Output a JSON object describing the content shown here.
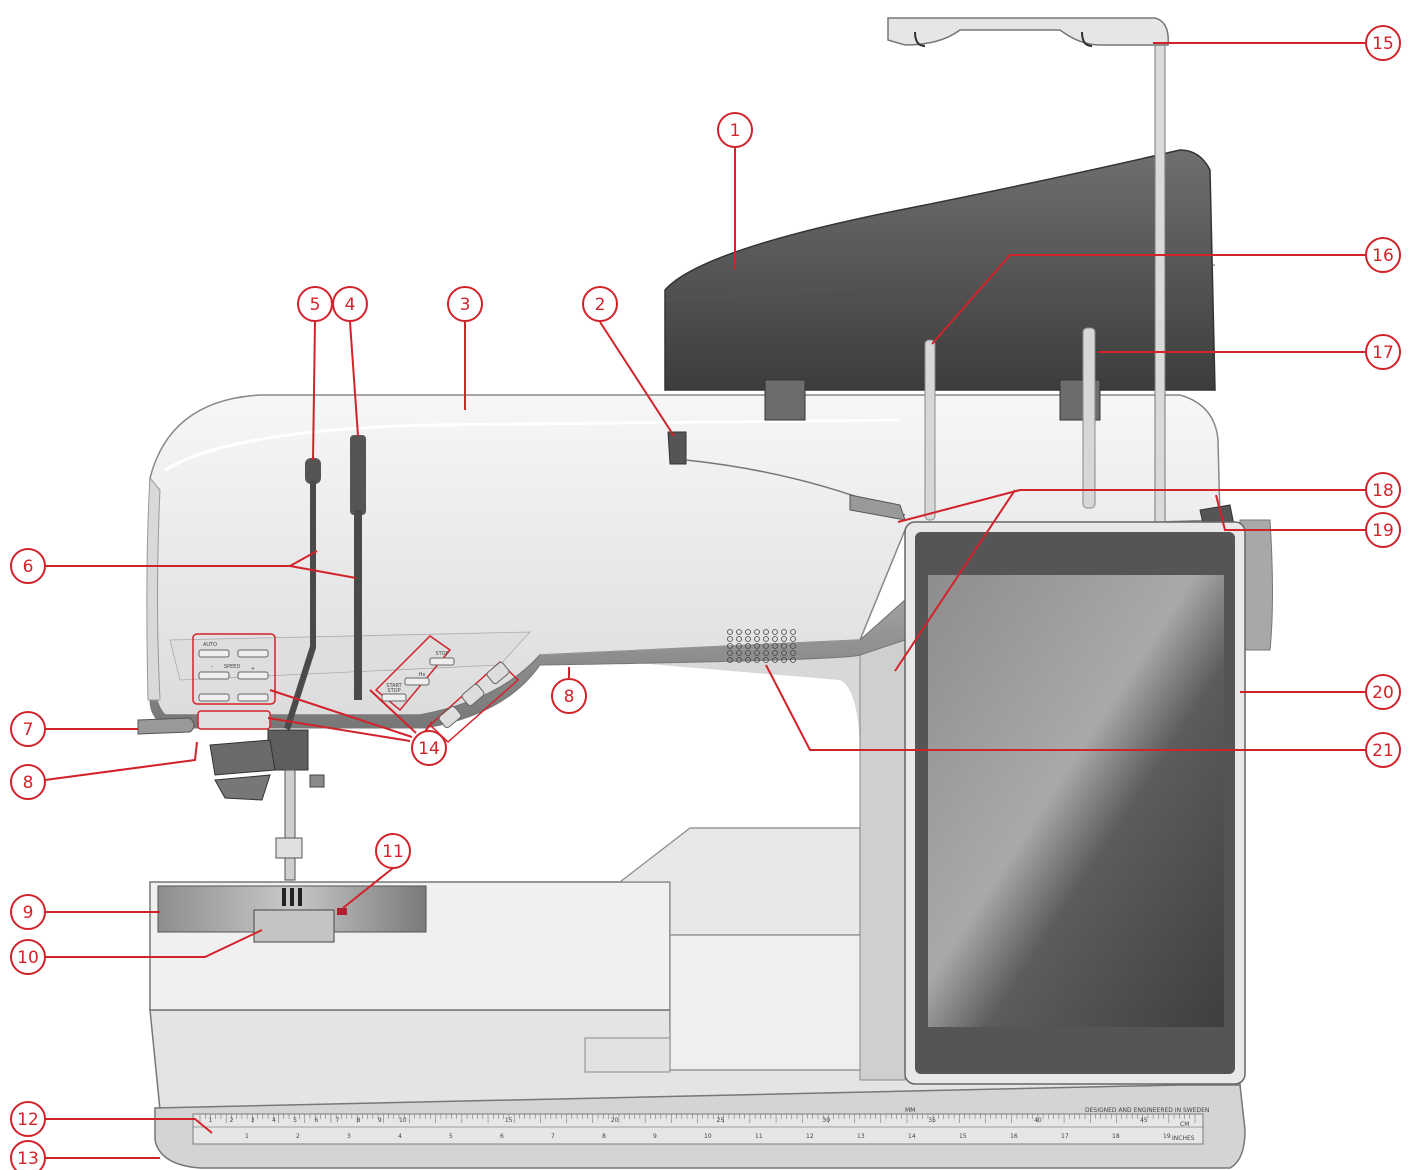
{
  "diagram": {
    "title_fragment": "",
    "callouts": [
      {
        "id": "1",
        "label": "1"
      },
      {
        "id": "2",
        "label": "2"
      },
      {
        "id": "3",
        "label": "3"
      },
      {
        "id": "4",
        "label": "4"
      },
      {
        "id": "5",
        "label": "5"
      },
      {
        "id": "6",
        "label": "6"
      },
      {
        "id": "7",
        "label": "7"
      },
      {
        "id": "8a",
        "label": "8"
      },
      {
        "id": "8b",
        "label": "8"
      },
      {
        "id": "9",
        "label": "9"
      },
      {
        "id": "10",
        "label": "10"
      },
      {
        "id": "11",
        "label": "11"
      },
      {
        "id": "12",
        "label": "12"
      },
      {
        "id": "13",
        "label": "13"
      },
      {
        "id": "14",
        "label": "14"
      },
      {
        "id": "15",
        "label": "15"
      },
      {
        "id": "16",
        "label": "16"
      },
      {
        "id": "17",
        "label": "17"
      },
      {
        "id": "18",
        "label": "18"
      },
      {
        "id": "19",
        "label": "19"
      },
      {
        "id": "20",
        "label": "20"
      },
      {
        "id": "21",
        "label": "21"
      }
    ],
    "buttons": {
      "auto": "AUTO",
      "speed": "SPEED",
      "minus": "–",
      "plus": "+",
      "stop": "STOP",
      "hx": "Hx",
      "start_stop_1": "START",
      "start_stop_2": "STOP"
    },
    "ruler": {
      "mm_label": "MM",
      "cm_label": "CM",
      "inches_label": "INCHES",
      "made_in": "DESIGNED AND ENGINEERED IN SWEDEN",
      "cm_ticks": [
        "1",
        "2",
        "3",
        "4",
        "5",
        "6",
        "7",
        "8",
        "9",
        "10",
        "15",
        "20",
        "25",
        "30",
        "35",
        "40",
        "45"
      ],
      "inch_ticks": [
        "1",
        "2",
        "3",
        "4",
        "5",
        "6",
        "7",
        "8",
        "9",
        "10",
        "11",
        "12",
        "13",
        "14",
        "15",
        "16",
        "17",
        "18",
        "19"
      ]
    },
    "colors": {
      "accent": "#d2232a",
      "body": "#eeeeee",
      "dark": "#5a5a5a"
    }
  }
}
